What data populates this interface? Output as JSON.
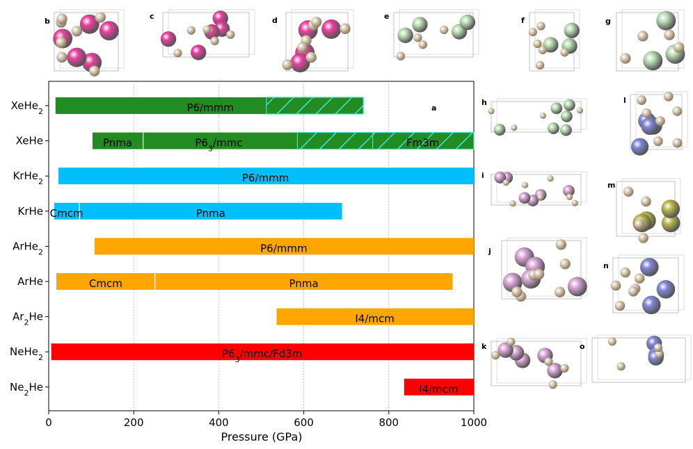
{
  "chart_data": {
    "type": "bar",
    "orientation": "horizontal",
    "xlabel": "Pressure (GPa)",
    "xlim": [
      0,
      1000
    ],
    "xticks": [
      0,
      200,
      400,
      600,
      800,
      1000
    ],
    "grid": "vertical-dashed",
    "panel_label": "a",
    "categories": [
      "XeHe2",
      "XeHe",
      "KrHe2",
      "KrHe",
      "ArHe2",
      "ArHe",
      "Ar2He",
      "NeHe2",
      "Ne2He"
    ],
    "category_display": [
      {
        "base": "XeHe",
        "sub": "2",
        "tail": ""
      },
      {
        "base": "XeHe",
        "sub": "",
        "tail": ""
      },
      {
        "base": "KrHe",
        "sub": "2",
        "tail": ""
      },
      {
        "base": "KrHe",
        "sub": "",
        "tail": ""
      },
      {
        "base": "ArHe",
        "sub": "2",
        "tail": ""
      },
      {
        "base": "ArHe",
        "sub": "",
        "tail": ""
      },
      {
        "base": "Ar",
        "sub": "2",
        "tail": "He"
      },
      {
        "base": "NeHe",
        "sub": "2",
        "tail": ""
      },
      {
        "base": "Ne",
        "sub": "2",
        "tail": "He"
      }
    ],
    "colors": {
      "Xe": "#228B22",
      "Kr": "#00BFFF",
      "Ar": "#FFA500",
      "Ne": "#FF0000",
      "hatch": "#40E0D0"
    },
    "segments": [
      {
        "row": 0,
        "start": 15,
        "end": 512,
        "label": "P6/mmm",
        "label_at": 380,
        "color": "#228B22",
        "hatched": false
      },
      {
        "row": 0,
        "start": 512,
        "end": 740,
        "label": "",
        "color": "#228B22",
        "hatched": true
      },
      {
        "row": 1,
        "start": 102,
        "end": 222,
        "label": "Pnma",
        "label_at": 162,
        "color": "#228B22",
        "hatched": false
      },
      {
        "row": 1,
        "start": 222,
        "end": 585,
        "label": "P6",
        "sub": "3",
        "tail": "/mmc",
        "label_at": 400,
        "color": "#228B22",
        "hatched": false
      },
      {
        "row": 1,
        "start": 585,
        "end": 762,
        "label": "",
        "color": "#228B22",
        "hatched": true
      },
      {
        "row": 1,
        "start": 762,
        "end": 1000,
        "label": "Fm3m",
        "overbar_char": 2,
        "label_at": 880,
        "color": "#228B22",
        "hatched": true
      },
      {
        "row": 2,
        "start": 22,
        "end": 1000,
        "label": "P6/mmm",
        "label_at": 510,
        "color": "#00BFFF",
        "hatched": false
      },
      {
        "row": 3,
        "start": 12,
        "end": 72,
        "label": "Cmcm",
        "label_at": 42,
        "color": "#00BFFF",
        "hatched": false
      },
      {
        "row": 3,
        "start": 72,
        "end": 690,
        "label": "Pnma",
        "label_at": 381,
        "color": "#00BFFF",
        "hatched": false
      },
      {
        "row": 4,
        "start": 107,
        "end": 1000,
        "label": "P6/mmm",
        "label_at": 553,
        "color": "#FFA500",
        "hatched": false
      },
      {
        "row": 5,
        "start": 17,
        "end": 250,
        "label": "Cmcm",
        "label_at": 134,
        "color": "#FFA500",
        "hatched": false
      },
      {
        "row": 5,
        "start": 250,
        "end": 950,
        "label": "Pnma",
        "label_at": 600,
        "color": "#FFA500",
        "hatched": false
      },
      {
        "row": 6,
        "start": 535,
        "end": 1000,
        "label": "I4/mcm",
        "label_at": 767,
        "color": "#FFA500",
        "hatched": false
      },
      {
        "row": 7,
        "start": 5,
        "end": 1000,
        "label": "P6",
        "sub": "3",
        "tail": "/mmc/Fd3m",
        "overbar_char": 7,
        "label_at": 502,
        "color": "#FF0000",
        "hatched": false
      },
      {
        "row": 8,
        "start": 835,
        "end": 1000,
        "label": "I4/mcm",
        "label_at": 917,
        "color": "#FF0000",
        "hatched": false
      }
    ]
  },
  "structures": [
    {
      "letter": "b",
      "atom_color": "#E8409E",
      "atom": "heavy"
    },
    {
      "letter": "c",
      "atom_color": "#E8409E",
      "atom": "heavy"
    },
    {
      "letter": "d",
      "atom_color": "#E8409E",
      "atom": "heavy"
    },
    {
      "letter": "e",
      "atom_color": "#B9DDB2",
      "atom": "heavy"
    },
    {
      "letter": "f",
      "atom_color": "#B9DDB2",
      "atom": "heavy"
    },
    {
      "letter": "g",
      "atom_color": "#B9DDB2",
      "atom": "heavy"
    },
    {
      "letter": "h",
      "atom_color": "#B9DDB2",
      "atom": "heavy"
    },
    {
      "letter": "i",
      "atom_color": "#D9A6D5",
      "atom": "heavy"
    },
    {
      "letter": "j",
      "atom_color": "#D9A6D5",
      "atom": "heavy"
    },
    {
      "letter": "k",
      "atom_color": "#D9A6D5",
      "atom": "heavy"
    },
    {
      "letter": "l",
      "atom_color": "#7F86D6",
      "atom": "heavy"
    },
    {
      "letter": "m",
      "atom_color": "#B8B84A",
      "atom": "heavy"
    },
    {
      "letter": "n",
      "atom_color": "#7F86D6",
      "atom": "heavy"
    },
    {
      "letter": "o",
      "atom_color": "#7F86D6",
      "atom": "heavy"
    }
  ],
  "he_color": "#D8CBB4"
}
